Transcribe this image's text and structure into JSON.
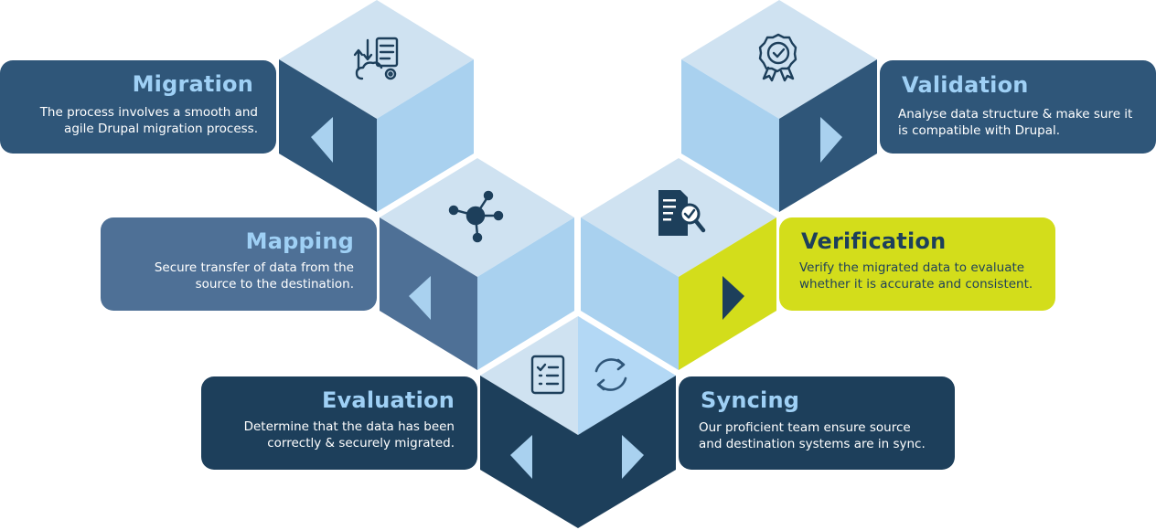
{
  "colors": {
    "dark_navy": "#1d3f5b",
    "mid_blue": "#2f5679",
    "steel_blue": "#4e7096",
    "light_blue": "#a9d1ef",
    "pale_blue": "#cfe2f1",
    "lime": "#d3dd1b",
    "title_light": "#9fd0f5"
  },
  "steps": {
    "migration": {
      "title": "Migration",
      "desc_line1": "The process involves a smooth and",
      "desc_line2": "agile Drupal migration process.",
      "icon": "cloud-server-migration-icon"
    },
    "mapping": {
      "title": "Mapping",
      "desc_line1": "Secure transfer of data from the",
      "desc_line2": "source to the destination.",
      "icon": "network-hub-icon"
    },
    "evaluation": {
      "title": "Evaluation",
      "desc_line1": "Determine that the data has been",
      "desc_line2": "correctly & securely migrated.",
      "icon": "checklist-icon"
    },
    "validation": {
      "title": "Validation",
      "desc_line1": "Analyse data structure & make sure it",
      "desc_line2": "is compatible with Drupal.",
      "icon": "award-badge-check-icon"
    },
    "verification": {
      "title": "Verification",
      "desc_line1": "Verify the migrated data to evaluate",
      "desc_line2": "whether it is accurate and consistent.",
      "icon": "document-magnifier-check-icon"
    },
    "syncing": {
      "title": "Syncing",
      "desc_line1": "Our proficient team ensure source",
      "desc_line2": "and destination systems are in sync.",
      "icon": "sync-arrows-icon"
    }
  }
}
